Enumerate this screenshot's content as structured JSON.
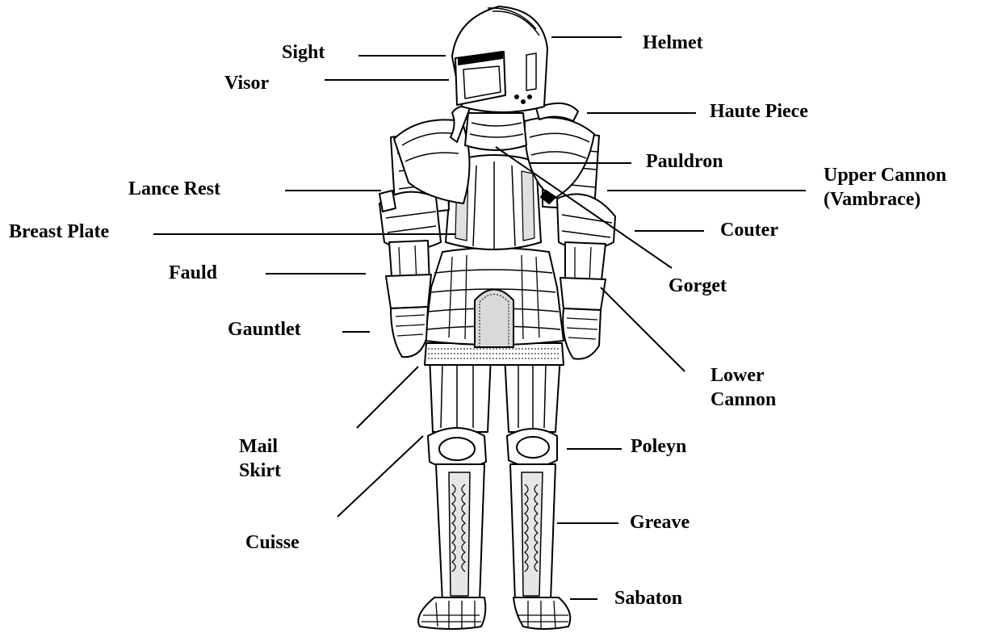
{
  "diagram": {
    "labels": {
      "helmet": "Helmet",
      "sight": "Sight",
      "visor": "Visor",
      "haute_piece": "Haute Piece",
      "pauldron": "Pauldron",
      "upper_cannon": "Upper Cannon\n(Vambrace)",
      "lance_rest": "Lance Rest",
      "breast_plate": "Breast Plate",
      "couter": "Couter",
      "fauld": "Fauld",
      "gorget": "Gorget",
      "gauntlet": "Gauntlet",
      "lower_cannon": "Lower\nCannon",
      "mail_skirt": "Mail\nSkirt",
      "poleyn": "Poleyn",
      "greave": "Greave",
      "cuisse": "Cuisse",
      "sabaton": "Sabaton"
    },
    "colors": {
      "ink": "#000000",
      "metal": "#ffffff",
      "engraving": "#d9d9d9"
    }
  }
}
